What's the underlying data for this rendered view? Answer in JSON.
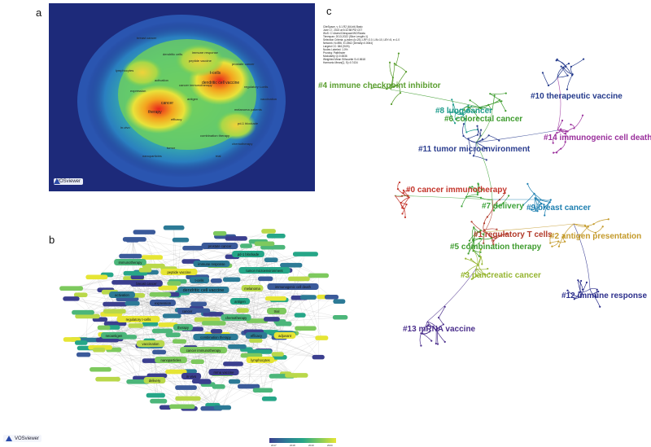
{
  "panel_a": {
    "letter": "a",
    "badge": "VOSviewer",
    "terms": [
      "dendritic cell vaccine",
      "t-cells",
      "therapy",
      "cancer",
      "peptide vaccine",
      "immune response",
      "combination therapy",
      "breast cancer",
      "prostate cancer",
      "antigen",
      "expression",
      "chemotherapy",
      "cancer immunotherapy",
      "regulatory t-cells",
      "efficacy",
      "pd-1 blockade",
      "melanoma patients",
      "lymphocytes",
      "tumor",
      "in-vivo",
      "activation",
      "trial",
      "nanoparticles",
      "vaccination",
      "dendritic cells"
    ]
  },
  "panel_b": {
    "letter": "b",
    "badge": "VOSviewer",
    "labels": [
      "dendritic cell vaccine",
      "t-cells",
      "immune response",
      "cancer",
      "therapy",
      "peptide vaccine",
      "combination therapy",
      "cancer immunotherapy",
      "breast cancer",
      "antigen",
      "melanoma",
      "expression",
      "chemotherapy",
      "regulatory t-cells",
      "efficacy",
      "nanoparticles",
      "mrna vaccine",
      "tumor microenvironment",
      "vaccination",
      "prostate cancer",
      "immunotherapy",
      "lymphocytes",
      "activation",
      "trial",
      "in-vivo",
      "pd-1 blockade",
      "delivery",
      "immunogenic cell death",
      "neoantigen",
      "adjuvant"
    ],
    "legend_ticks": [
      "2017",
      "2018",
      "2019",
      "2020"
    ]
  },
  "panel_c": {
    "letter": "c",
    "meta_lines": [
      "CiteSpace, v. 6.1.R2 (64-bit) Basic",
      "June 17, 2023 at 5:32:58 PM CST",
      "WoS: C:\\Users\\Citespace\\WOS\\data",
      "Timespan: 2013-2022 (Slice Length=1)",
      "Selection Criteria: g-index (k=25), LRF=3.0, L/N=10, LBY=5, e=1.0",
      "Network: N=896, E=2562 (Density=0.0064)",
      "Largest CC: 846 (94%)",
      "Nodes Labeled: 1.0%",
      "Pruning: Pathfinder",
      "Modularity Q=0.6536",
      "Weighted Mean Silhouette S=0.8618",
      "Harmonic Mean(Q, S)=0.7434"
    ],
    "clusters": [
      {
        "label": "#4 immune checkpoint inhibitor",
        "color": "#5a9e2f"
      },
      {
        "label": "#10 therapeutic vaccine",
        "color": "#243a8c"
      },
      {
        "label": "#8 lung cancer",
        "color": "#1f9c8c"
      },
      {
        "label": "#6 colorectal cancer",
        "color": "#3e9c2e"
      },
      {
        "label": "#14 immunogenic cell death",
        "color": "#9a2f9c"
      },
      {
        "label": "#11 tumor microenvironment",
        "color": "#2c3e8f"
      },
      {
        "label": "#0 cancer immunotherapy",
        "color": "#c3342a"
      },
      {
        "label": "#7 delivery",
        "color": "#3ea33a"
      },
      {
        "label": "#9 breast cancer",
        "color": "#1d7fb0"
      },
      {
        "label": "#1 regulatory T cells",
        "color": "#b23a2a"
      },
      {
        "label": "#2 antigen presentation",
        "color": "#c49a2a"
      },
      {
        "label": "#5 combination therapy",
        "color": "#3e9c2e"
      },
      {
        "label": "#3 pancreatic cancer",
        "color": "#96b531"
      },
      {
        "label": "#12 immune response",
        "color": "#2c2f8c"
      },
      {
        "label": "#13 mRNA vaccine",
        "color": "#4b2f8c"
      }
    ]
  }
}
